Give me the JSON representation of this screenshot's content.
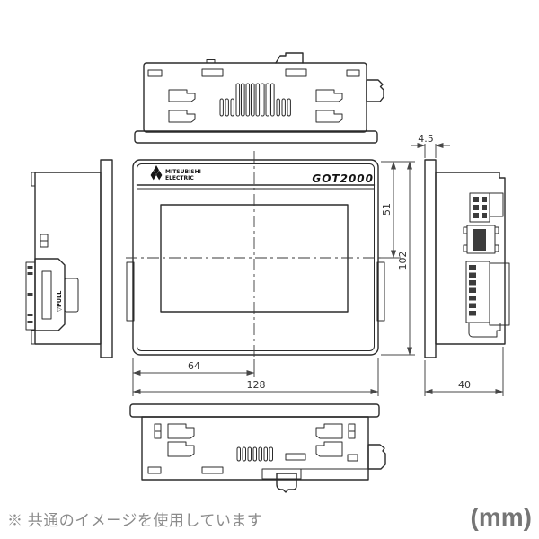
{
  "page": {
    "note": "※ 共通のイメージを使用しています",
    "unit_label": "(mm)"
  },
  "device": {
    "maker_logo_line1": "MITSUBISHI",
    "maker_logo_line2": "ELECTRIC",
    "product_logo": "GOT2000",
    "pull_label": "▽PULL"
  },
  "dimensions": {
    "panel_thickness": "4.5",
    "upper_height": "51",
    "height": "102",
    "half_width": "64",
    "width": "128",
    "depth": "40"
  },
  "colors": {
    "line": "#2b2b2b",
    "dim_line": "#474747",
    "note_gray": "#8b8b8b",
    "unit_gray": "#757575",
    "background": "#ffffff"
  }
}
